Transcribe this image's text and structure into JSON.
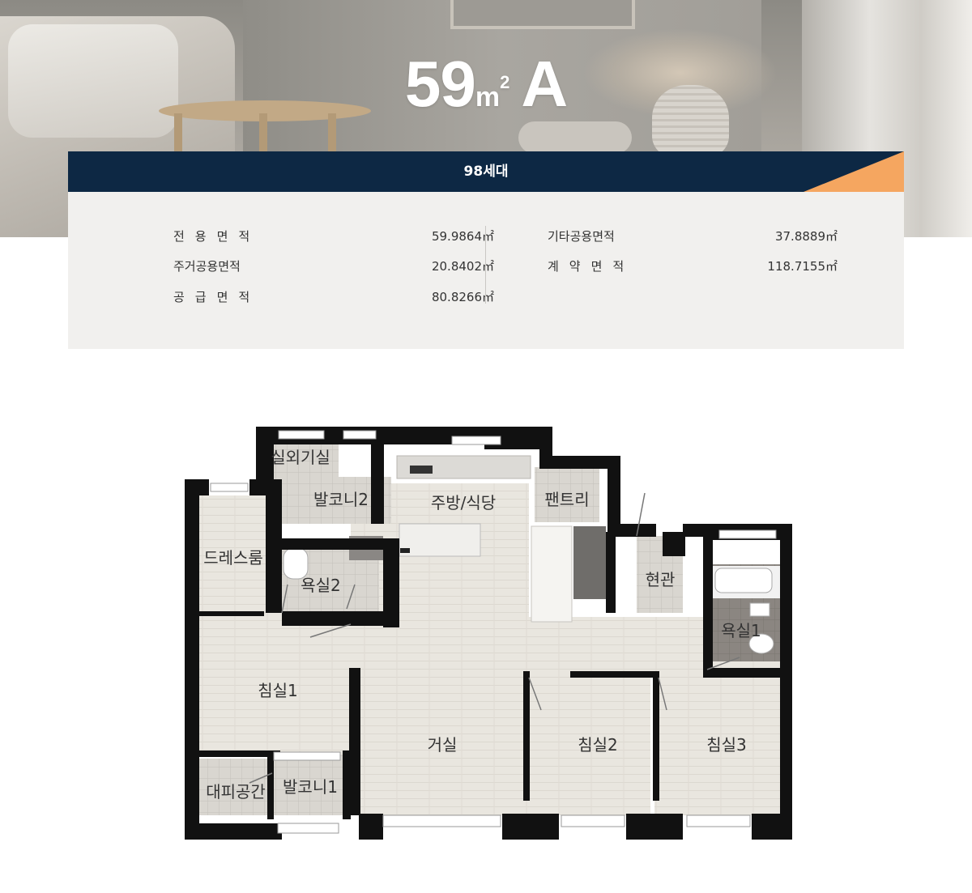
{
  "header": {
    "size_number": "59",
    "size_unit": "m",
    "size_unit_sup": "2",
    "type_letter": "A"
  },
  "summary": {
    "households": "98세대"
  },
  "specs_left": [
    {
      "label": "전용면적",
      "value": "59.9864㎡"
    },
    {
      "label": "주거공용면적",
      "value": "20.8402㎡"
    },
    {
      "label": "공급면적",
      "value": "80.8266㎡"
    }
  ],
  "specs_right": [
    {
      "label": "기타공용면적",
      "value": "37.8889㎡"
    },
    {
      "label": "계약면적",
      "value": "118.7155㎡"
    }
  ],
  "floorplan": {
    "rooms": {
      "outdoor_unit": "실외기실",
      "balcony2": "발코니2",
      "kitchen": "주방/식당",
      "pantry": "팬트리",
      "dressroom": "드레스룸",
      "bath2": "욕실2",
      "entrance": "현관",
      "bath1": "욕실1",
      "bedroom1": "침실1",
      "living": "거실",
      "bedroom2": "침실2",
      "bedroom3": "침실3",
      "shelter": "대피공간",
      "balcony1": "발코니1"
    }
  },
  "colors": {
    "navy": "#0d2844",
    "accent_orange": "#f5a660",
    "card_bg": "#f1f0ee",
    "wall": "#111111",
    "floor": "#e9e6df"
  }
}
